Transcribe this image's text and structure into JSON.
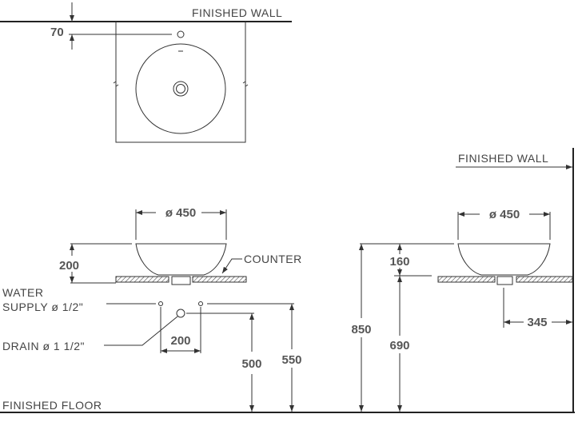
{
  "plan_view": {
    "finished_wall": "FINISHED WALL",
    "dim_70": "70"
  },
  "front_view": {
    "dim_diameter": "ø 450",
    "dim_200_height": "200",
    "counter": "COUNTER",
    "water_supply_line1": "WATER",
    "water_supply_line2": "SUPPLY ø 1/2\"",
    "drain": "DRAIN ø 1 1/2\"",
    "dim_200_spacing": "200",
    "dim_500": "500",
    "dim_550": "550",
    "finished_floor": "FINISHED FLOOR"
  },
  "side_view": {
    "finished_wall": "FINISHED WALL",
    "dim_diameter": "ø 450",
    "dim_160": "160",
    "dim_850": "850",
    "dim_690": "690",
    "dim_345": "345"
  },
  "colors": {
    "line": "#333333",
    "text": "#555555"
  }
}
